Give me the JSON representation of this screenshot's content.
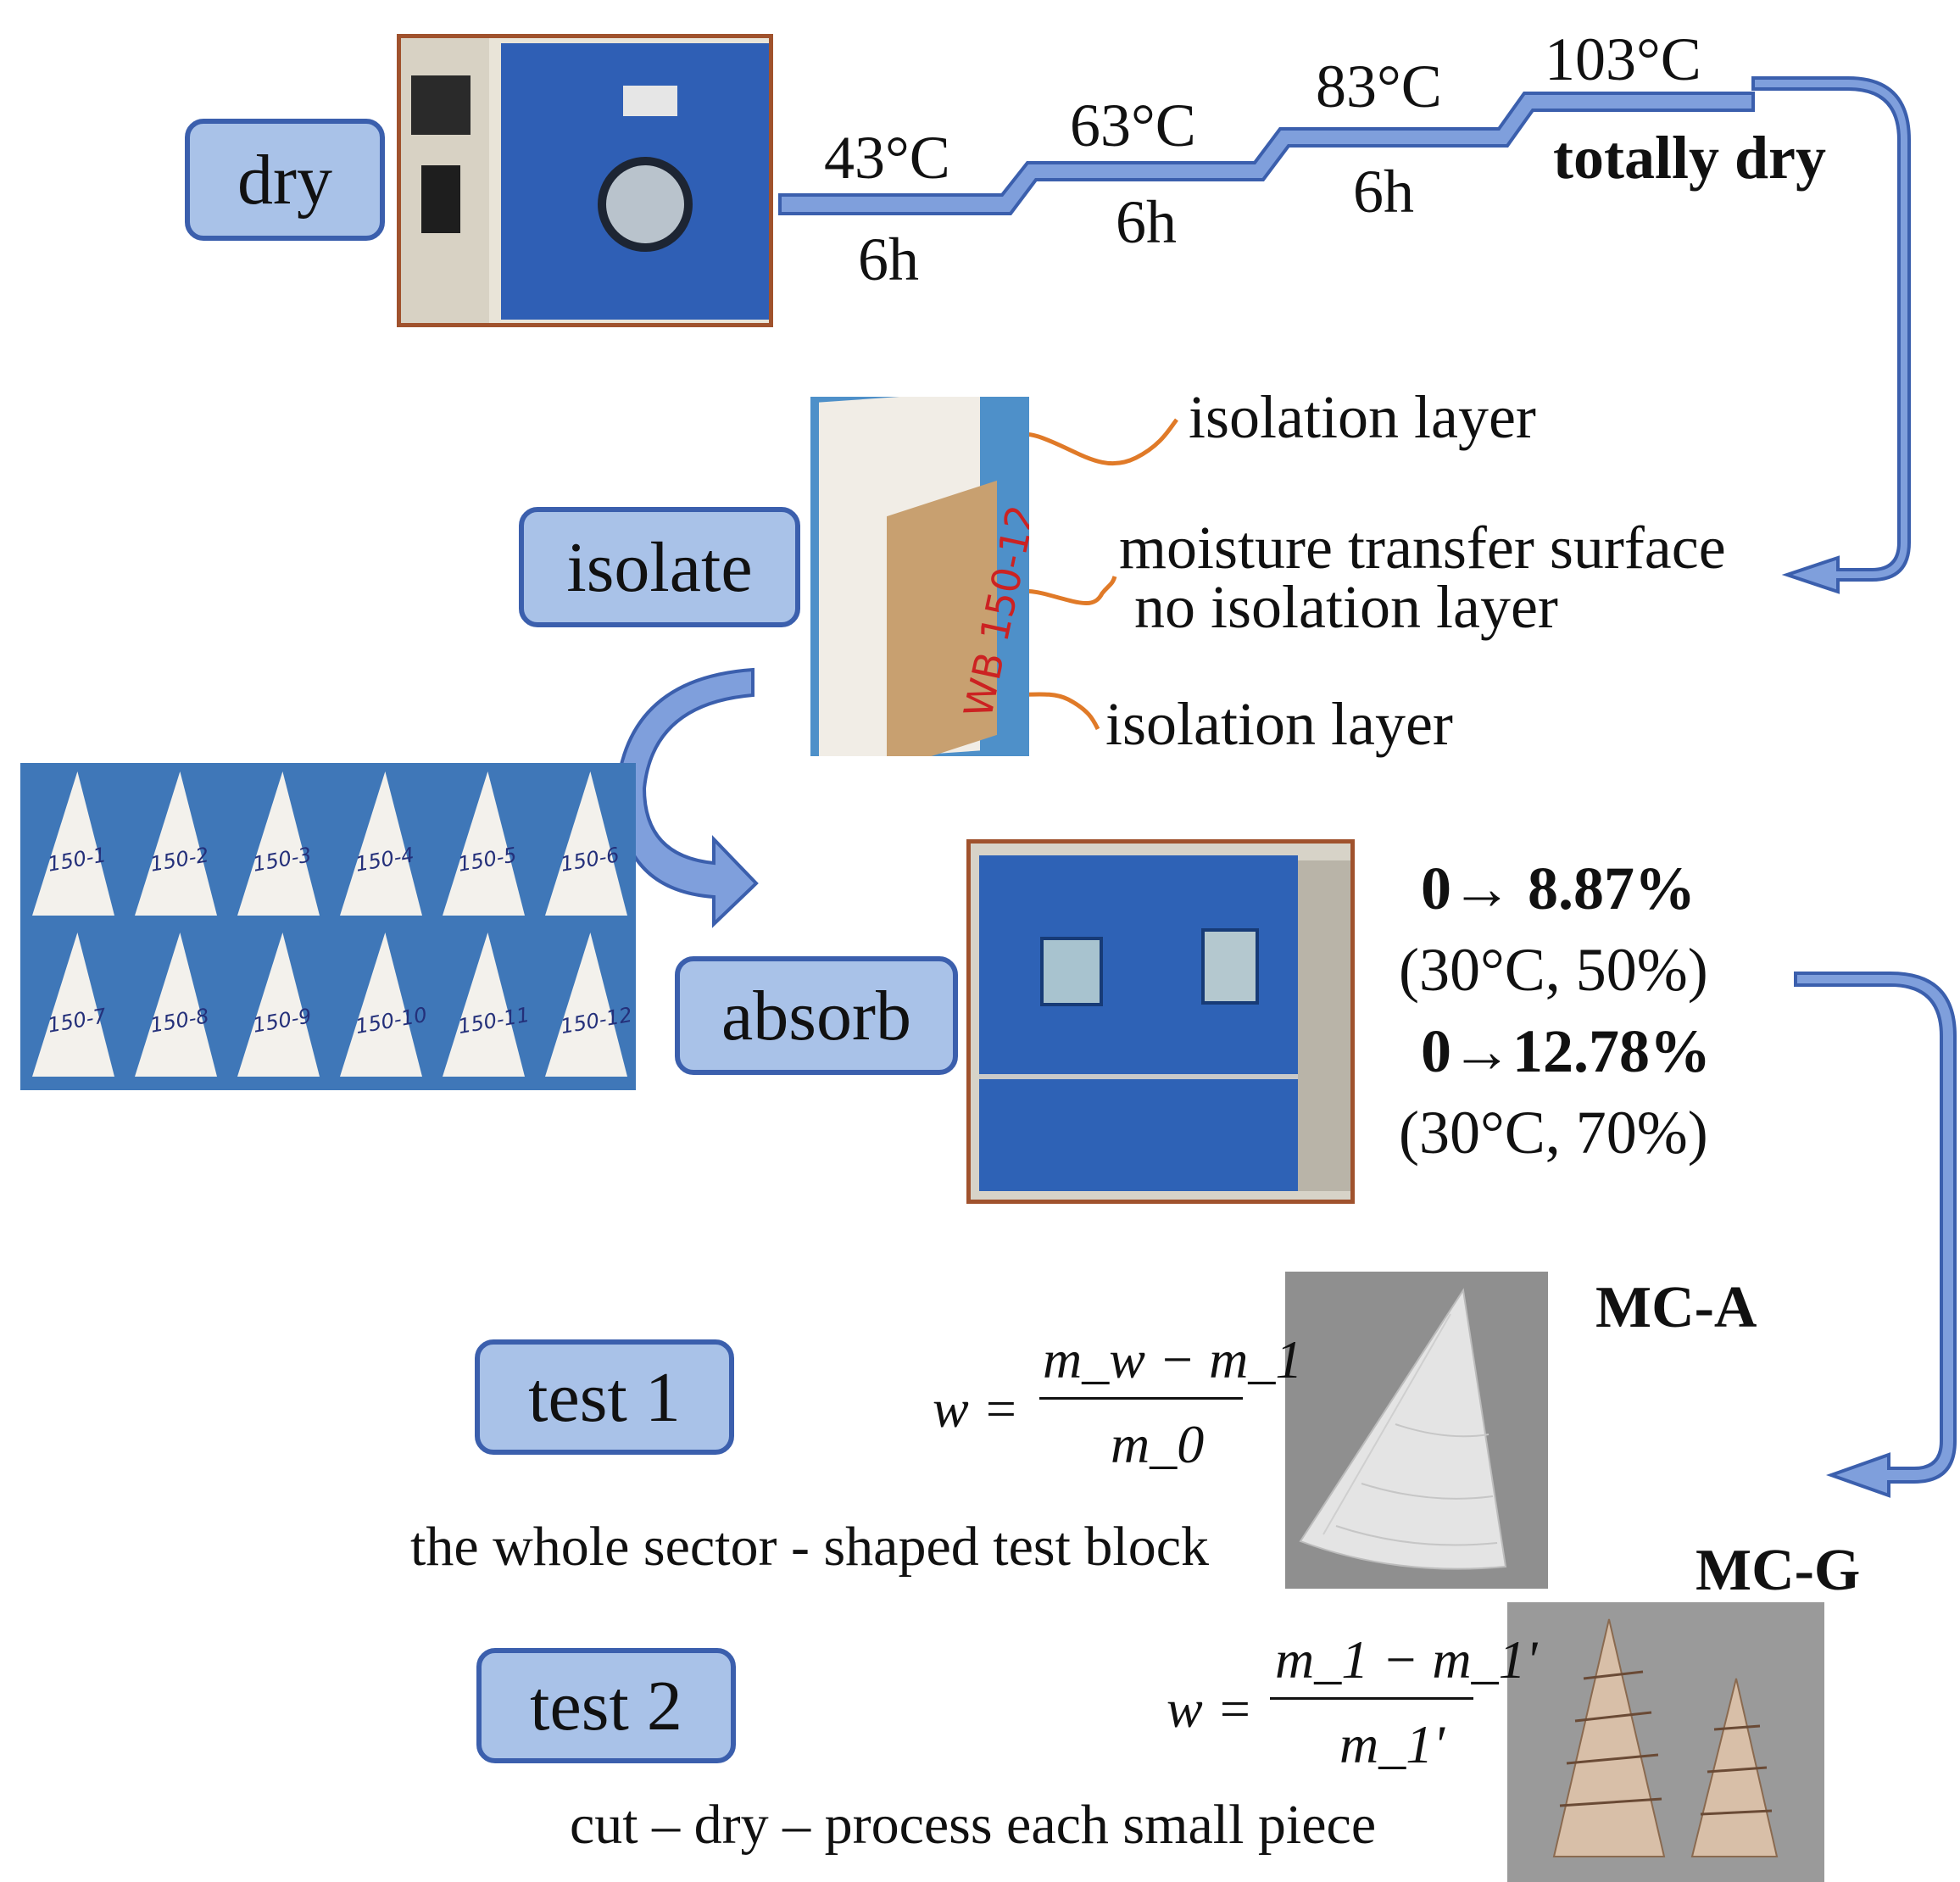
{
  "stages": {
    "dry": "dry",
    "isolate": "isolate",
    "absorb": "absorb",
    "test1": "test 1",
    "test2": "test 2"
  },
  "drying": {
    "steps": [
      {
        "temp": "43°C",
        "time": "6h"
      },
      {
        "temp": "63°C",
        "time": "6h"
      },
      {
        "temp": "83°C",
        "time": "6h"
      },
      {
        "temp": "103°C",
        "note": "totally dry"
      }
    ]
  },
  "isolation_labels": {
    "top": "isolation layer",
    "middle_line1": "moisture transfer surface",
    "middle_line2": "no isolation layer",
    "bottom": "isolation layer"
  },
  "absorb_conditions": [
    {
      "range": "0→  8.87%",
      "condition": "(30°C,   50%)"
    },
    {
      "range": "0→12.78%",
      "condition": "(30°C,   70%)"
    }
  ],
  "sample_labels": [
    "150-1",
    "150-2",
    "150-3",
    "150-4",
    "150-5",
    "150-6",
    "150-7",
    "150-8",
    "150-9",
    "150-10",
    "150-11",
    "150-12"
  ],
  "block_label": "WB 150-12",
  "test1": {
    "method": "MC-A",
    "formula": {
      "lhs": "w =",
      "numerator": "m_w − m_1",
      "denominator": "m_0"
    },
    "description": "the whole  sector - shaped test block"
  },
  "test2": {
    "method": "MC-G",
    "formula": {
      "lhs": "w =",
      "numerator": "m_1 − m_1'",
      "denominator": "m_1'"
    },
    "description": "cut – dry – process each small piece"
  },
  "colors": {
    "box_fill": "#a9c2e8",
    "box_border": "#3b5fad",
    "arrow_fill": "#7f9fdc",
    "arrow_stroke": "#3b5fad",
    "orange_line": "#e07a28",
    "photo_frame": "#a0522d"
  }
}
